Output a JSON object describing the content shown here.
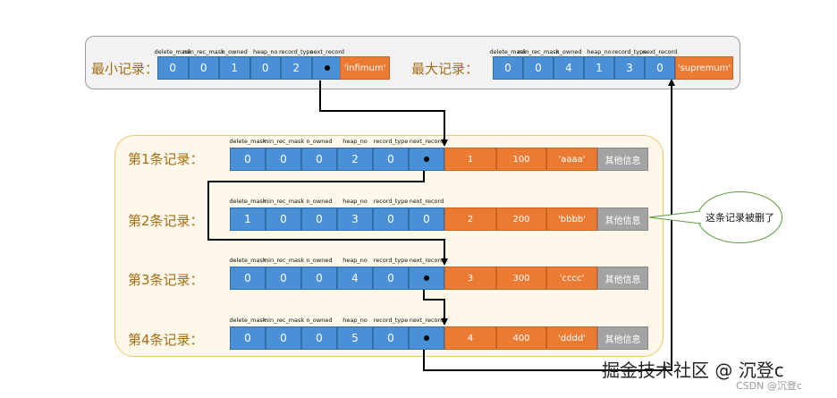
{
  "field_headers": [
    "delete_mask",
    "min_rec_mask",
    "n_owned",
    "heap_no",
    "record_type",
    "next_record"
  ],
  "min_record": {
    "label": "最小记录：",
    "fields": [
      "0",
      "0",
      "1",
      "0",
      "2",
      ""
    ],
    "value": "'infimum'"
  },
  "max_record": {
    "label": "最大记录：",
    "fields": [
      "0",
      "0",
      "4",
      "1",
      "3",
      "0"
    ],
    "value": "'supremum'"
  },
  "records": [
    {
      "label": "第1条记录：",
      "fields": [
        "0",
        "0",
        "0",
        "2",
        "0",
        ""
      ],
      "id": "1",
      "num": "100",
      "str": "'aaaa'",
      "other": "其他信息"
    },
    {
      "label": "第2条记录：",
      "fields": [
        "1",
        "0",
        "0",
        "3",
        "0",
        "0"
      ],
      "id": "2",
      "num": "200",
      "str": "'bbbb'",
      "other": "其他信息"
    },
    {
      "label": "第3条记录：",
      "fields": [
        "0",
        "0",
        "0",
        "4",
        "0",
        ""
      ],
      "id": "3",
      "num": "300",
      "str": "'cccc'",
      "other": "其他信息"
    },
    {
      "label": "第4条记录：",
      "fields": [
        "0",
        "0",
        "0",
        "5",
        "0",
        ""
      ],
      "id": "4",
      "num": "400",
      "str": "'dddd'",
      "other": "其他信息"
    }
  ],
  "callout": "这条记录被删了",
  "watermark": "掘金技术社区 @ 沉登c",
  "watermark_small": "CSDN @沉登c",
  "colors": {
    "field_blue": "#4a90d6",
    "data_orange": "#eb7b32",
    "other_gray": "#a3a3a3",
    "label_brown": "#a86b16",
    "group_fill": "#fdf8e9",
    "group_border": "#f2c66d"
  }
}
